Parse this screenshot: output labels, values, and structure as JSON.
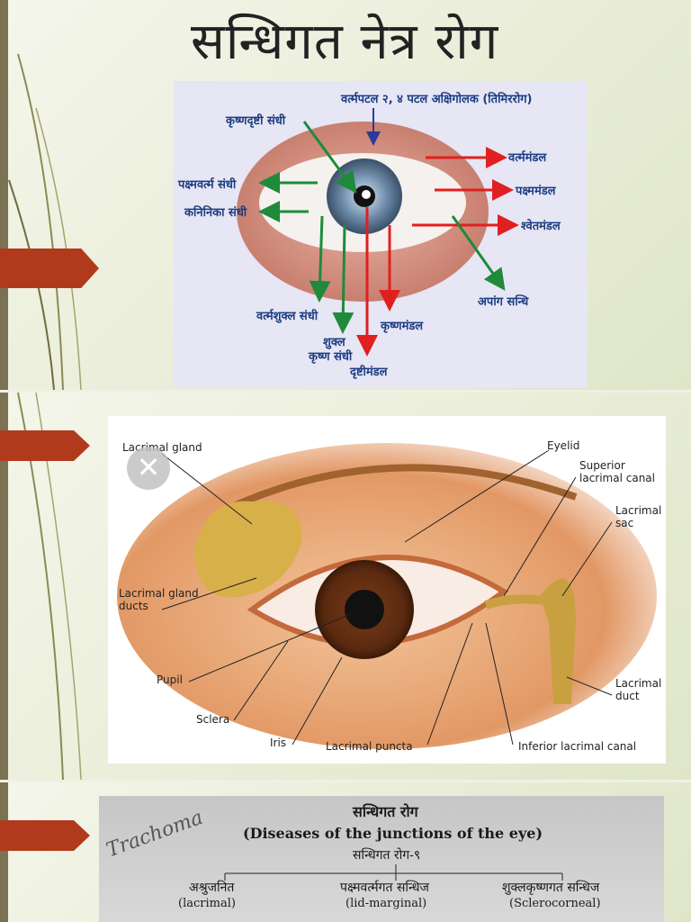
{
  "title": "सन्धिगत नेत्र रोग",
  "diagram1": {
    "labels": {
      "top": "वर्त्मपटल २, ४ पटल अक्षिगोलक (तिमिररोग)",
      "krishnadrishti": "कृष्णदृष्टी संधी",
      "pakshmavartma": "पक्ष्मवर्त्म संधी",
      "kaninika": "कनिनिका संधी",
      "vartmamandal": "वर्त्ममंडल",
      "pakshmamandal": "पक्ष्ममंडल",
      "shvetamandal": "श्वेतमंडल",
      "apang": "अपांग सन्धि",
      "vartmashukla": "वर्त्मशुक्ल संधी",
      "krishnamandal": "कृष्णमंडल",
      "shukla1": "शुक्ल",
      "shukla2": "कृष्ण संधी",
      "drishtimandal": "दृष्टीमंडल"
    }
  },
  "diagram2": {
    "close_symbol": "✕",
    "labels": {
      "lacrimal_gland": "Lacrimal gland",
      "eyelid": "Eyelid",
      "superior_canal": "Superior lacrimal canal",
      "lacrimal_sac": "Lacrimal sac",
      "gland_ducts": "Lacrimal gland ducts",
      "pupil": "Pupil",
      "sclera": "Sclera",
      "iris": "Iris",
      "puncta": "Lacrimal puncta",
      "inferior_canal": "Inferior lacrimal canal",
      "lacrimal_duct": "Lacrimal duct"
    }
  },
  "page3": {
    "handwriting": "Trachoma",
    "heading": "सन्धिगत रोग",
    "subheading": "(Diseases of the junctions of the eye)",
    "count": "सन्धिगत रोग-९",
    "branches": [
      {
        "hi": "अश्रुजनित",
        "en": "(lacrimal)"
      },
      {
        "hi": "पक्ष्मवर्त्मगत सन्धिज",
        "en": "(lid-marginal)"
      },
      {
        "hi": "शुक्लकृष्णगत सन्धिज",
        "en": "(Sclerocorneal)"
      }
    ]
  },
  "colors": {
    "accent_tag": "#b13a1c",
    "label_blue": "#1d3c82",
    "arrow_red": "#e02020",
    "arrow_green": "#1f8a3a"
  }
}
